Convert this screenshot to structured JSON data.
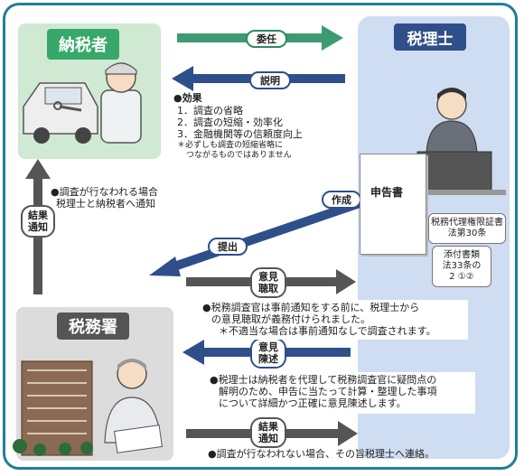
{
  "actors": {
    "taxpayer": "納税者",
    "accountant": "税理士",
    "tax_office": "税務署"
  },
  "arrows": {
    "delegation": "委任",
    "explanation": "説明",
    "preparation": "作成",
    "submission": "提出",
    "result_notice_left": "結果\n通知",
    "opinion_hearing": "意見\n聴取",
    "opinion_statement": "意見\n陳述",
    "result_notice_bottom": "結果\n通知"
  },
  "effects": {
    "heading": "●効果",
    "items": [
      "1．調査の省略",
      "2．調査の短縮・効率化",
      "3．金融機関等の信頼度向上"
    ],
    "footnote_1": "＊必ずしも調査の短縮省略に",
    "footnote_2": "つながるものではありません"
  },
  "investigation_note": {
    "line1": "●調査が行なわれる場合",
    "line2": "税理士と納税者へ通知"
  },
  "documents": {
    "return": "申告書",
    "cert_1": "税務代理権限証書",
    "cert_2": "法第30条",
    "attach_1": "添付書類",
    "attach_2": "法33条の",
    "attach_3": "2 ①②"
  },
  "notes": {
    "hearing_1": "●税務調査官は事前通知をする前に、税理士から",
    "hearing_2": "の意見聴取が義務付けられました。",
    "hearing_3": "＊不適当な場合は事前通知なしで調査されます。",
    "statement_1": "●税理士は納税者を代理して税務調査官に疑問点の",
    "statement_2": "解明のため、申告に当たって計算・整理した事項",
    "statement_3": "について詳細かつ正確に意見陳述します。",
    "no_investigation": "●調査が行なわれない場合、その旨税理士へ連絡。"
  },
  "colors": {
    "frame": "#1f7f99",
    "green": "#38a86a",
    "blue": "#2f4f8a",
    "gray": "#555555"
  }
}
